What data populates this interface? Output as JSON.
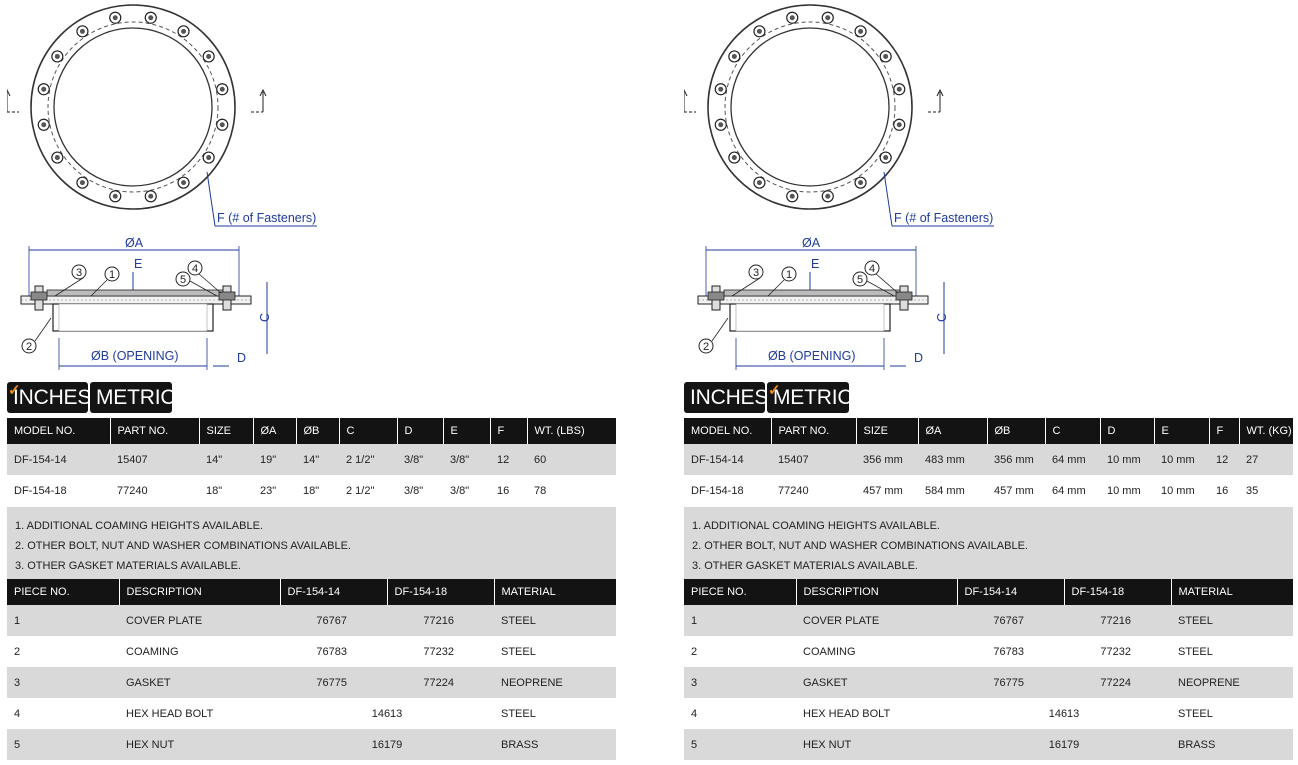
{
  "panels": [
    {
      "id": "inches",
      "drawing": {
        "fastener_label": "F (# of Fasteners)",
        "dim_a": "ØA",
        "dim_b": "ØB (OPENING)",
        "dim_c": "C",
        "dim_d": "D",
        "dim_e": "E",
        "callouts": [
          "1",
          "2",
          "3",
          "4",
          "5"
        ]
      },
      "tabs": [
        {
          "label": "INCHES",
          "checked": true
        },
        {
          "label": "METRIC",
          "checked": false
        }
      ],
      "specs": {
        "headers": [
          "MODEL NO.",
          "PART NO.",
          "SIZE",
          "ØA",
          "ØB",
          "C",
          "D",
          "E",
          "F",
          "WT. (LBS)"
        ],
        "rows": [
          [
            "DF-154-14",
            "15407",
            "14\"",
            "19\"",
            "14\"",
            "2 1/2\"",
            "3/8\"",
            "3/8\"",
            "12",
            "60"
          ],
          [
            "DF-154-18",
            "77240",
            "18\"",
            "23\"",
            "18\"",
            "2 1/2\"",
            "3/8\"",
            "3/8\"",
            "16",
            "78"
          ]
        ]
      },
      "notes": [
        "1. ADDITIONAL COAMING HEIGHTS AVAILABLE.",
        "2. OTHER BOLT, NUT AND WASHER COMBINATIONS AVAILABLE.",
        "3. OTHER GASKET MATERIALS AVAILABLE."
      ],
      "pieces": {
        "headers": [
          "PIECE NO.",
          "DESCRIPTION",
          "DF-154-14",
          "DF-154-18",
          "MATERIAL"
        ],
        "rows": [
          {
            "no": "1",
            "desc": "COVER PLATE",
            "a": "76767",
            "b": "77216",
            "mat": "STEEL"
          },
          {
            "no": "2",
            "desc": "COAMING",
            "a": "76783",
            "b": "77232",
            "mat": "STEEL"
          },
          {
            "no": "3",
            "desc": "GASKET",
            "a": "76775",
            "b": "77224",
            "mat": "NEOPRENE"
          },
          {
            "no": "4",
            "desc": "HEX HEAD BOLT",
            "both": "14613",
            "mat": "STEEL"
          },
          {
            "no": "5",
            "desc": "HEX NUT",
            "both": "16179",
            "mat": "BRASS"
          }
        ]
      }
    },
    {
      "id": "metric",
      "drawing": {
        "fastener_label": "F (# of Fasteners)",
        "dim_a": "ØA",
        "dim_b": "ØB (OPENING)",
        "dim_c": "C",
        "dim_d": "D",
        "dim_e": "E",
        "callouts": [
          "1",
          "2",
          "3",
          "4",
          "5"
        ]
      },
      "tabs": [
        {
          "label": "INCHES",
          "checked": false
        },
        {
          "label": "METRIC",
          "checked": true
        }
      ],
      "specs": {
        "headers": [
          "MODEL NO.",
          "PART NO.",
          "SIZE",
          "ØA",
          "ØB",
          "C",
          "D",
          "E",
          "F",
          "WT. (KG)"
        ],
        "rows": [
          [
            "DF-154-14",
            "15407",
            "356 mm",
            "483 mm",
            "356 mm",
            "64 mm",
            "10 mm",
            "10 mm",
            "12",
            "27"
          ],
          [
            "DF-154-18",
            "77240",
            "457 mm",
            "584 mm",
            "457 mm",
            "64 mm",
            "10 mm",
            "10 mm",
            "16",
            "35"
          ]
        ]
      },
      "notes": [
        "1. ADDITIONAL COAMING HEIGHTS AVAILABLE.",
        "2. OTHER BOLT, NUT AND WASHER COMBINATIONS AVAILABLE.",
        "3. OTHER GASKET MATERIALS AVAILABLE."
      ],
      "pieces": {
        "headers": [
          "PIECE NO.",
          "DESCRIPTION",
          "DF-154-14",
          "DF-154-18",
          "MATERIAL"
        ],
        "rows": [
          {
            "no": "1",
            "desc": "COVER PLATE",
            "a": "76767",
            "b": "77216",
            "mat": "STEEL"
          },
          {
            "no": "2",
            "desc": "COAMING",
            "a": "76783",
            "b": "77232",
            "mat": "STEEL"
          },
          {
            "no": "3",
            "desc": "GASKET",
            "a": "76775",
            "b": "77224",
            "mat": "NEOPRENE"
          },
          {
            "no": "4",
            "desc": "HEX HEAD BOLT",
            "both": "14613",
            "mat": "STEEL"
          },
          {
            "no": "5",
            "desc": "HEX NUT",
            "both": "16179",
            "mat": "BRASS"
          }
        ]
      }
    }
  ],
  "colors": {
    "dimension_blue": "#1f3b9b",
    "tab_check": "#f08a1c",
    "header_black": "#131313",
    "row_shade": "#d9d9d9"
  }
}
